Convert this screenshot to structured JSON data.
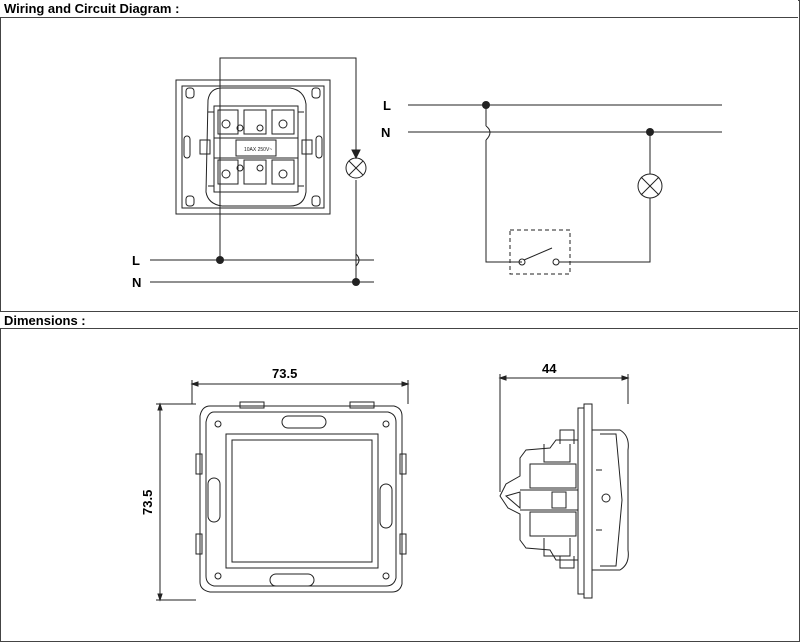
{
  "sections": {
    "wiring_title": "Wiring and Circuit Diagram :",
    "dimensions_title": "Dimensions :"
  },
  "wiring": {
    "left": {
      "line_label": "L",
      "neutral_label": "N",
      "device_marking": "10AX 250V~"
    },
    "right": {
      "line_label": "L",
      "neutral_label": "N"
    }
  },
  "dimensions": {
    "front_width": "73.5",
    "front_height": "73.5",
    "side_depth": "44"
  }
}
